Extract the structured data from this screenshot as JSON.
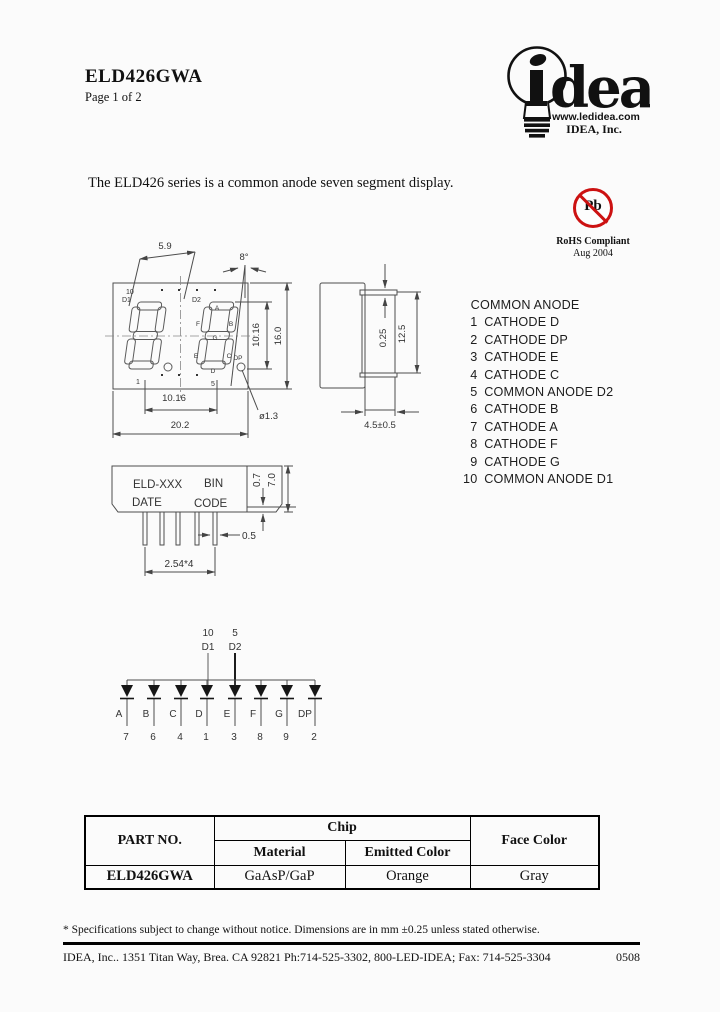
{
  "page": {
    "title": "ELD426GWA",
    "page_label": "Page 1 of 2",
    "intro": "The ELD426 series is a common anode seven segment display.",
    "footnote": "* Specifications subject to change without notice. Dimensions are in mm ±0.25 unless stated otherwise.",
    "footer_address": "IDEA, Inc.. 1351 Titan Way, Brea. CA 92821 Ph:714-525-3302, 800-LED-IDEA; Fax: 714-525-3304",
    "footer_code": "0508"
  },
  "logo": {
    "i": "i",
    "dea": "dea",
    "website": "www.ledidea.com",
    "company": "IDEA, Inc."
  },
  "rohs": {
    "symbol": "Pb",
    "compliance": "RoHS Compliant",
    "date": "Aug 2004",
    "ring_color": "#cc1111"
  },
  "front_view": {
    "dim_top_width": "5.9",
    "dim_tilt_angle": "8°",
    "dim_total_height": "16.0",
    "dim_digit_height": "10.16",
    "dim_digit_pitch": "10.16",
    "dim_total_width": "20.2",
    "dim_dp_diameter": "ø1.3",
    "lbl_pin10": "10",
    "lbl_d1": "D1",
    "lbl_d2": "D2",
    "lbl_pin1": "1",
    "lbl_pin5": "5",
    "seg_a": "A",
    "seg_b": "B",
    "seg_c": "C",
    "seg_d": "D",
    "seg_e": "E",
    "seg_f": "F",
    "seg_g": "G",
    "seg_dp": "DP",
    "side_dim_lip": "0.25",
    "side_dim_face_height": "12.5",
    "side_dim_depth": "4.5±0.5"
  },
  "package_view": {
    "marking_line1a": "ELD-XXX",
    "marking_line1b": "BIN",
    "marking_line2a": "DATE",
    "marking_line2b": "CODE",
    "dim_step": "0.7",
    "dim_body_height": "7.0",
    "dim_lead_width": "0.5",
    "dim_lead_pitch": "2.54*4"
  },
  "circuit": {
    "anode1_pin": "10",
    "anode1_name": "D1",
    "anode2_pin": "5",
    "anode2_name": "D2",
    "diodes": [
      {
        "segment": "A",
        "pin": "7"
      },
      {
        "segment": "B",
        "pin": "6"
      },
      {
        "segment": "C",
        "pin": "4"
      },
      {
        "segment": "D",
        "pin": "1"
      },
      {
        "segment": "E",
        "pin": "3"
      },
      {
        "segment": "F",
        "pin": "8"
      },
      {
        "segment": "G",
        "pin": "9"
      },
      {
        "segment": "DP",
        "pin": "2"
      }
    ]
  },
  "pinout": {
    "heading": "COMMON ANODE",
    "pins": [
      {
        "num": "1",
        "func": "CATHODE D"
      },
      {
        "num": "2",
        "func": "CATHODE DP"
      },
      {
        "num": "3",
        "func": "CATHODE E"
      },
      {
        "num": "4",
        "func": "CATHODE C"
      },
      {
        "num": "5",
        "func": "COMMON ANODE D2"
      },
      {
        "num": "6",
        "func": "CATHODE B"
      },
      {
        "num": "7",
        "func": "CATHODE A"
      },
      {
        "num": "8",
        "func": "CATHODE F"
      },
      {
        "num": "9",
        "func": "CATHODE G"
      },
      {
        "num": "10",
        "func": "COMMON ANODE D1"
      }
    ]
  },
  "table": {
    "col_part": "PART NO.",
    "col_chip": "Chip",
    "col_material": "Material",
    "col_emitted": "Emitted Color",
    "col_face": "Face Color",
    "rows": [
      {
        "part": "ELD426GWA",
        "material": "GaAsP/GaP",
        "emitted": "Orange",
        "face": "Gray"
      }
    ]
  }
}
